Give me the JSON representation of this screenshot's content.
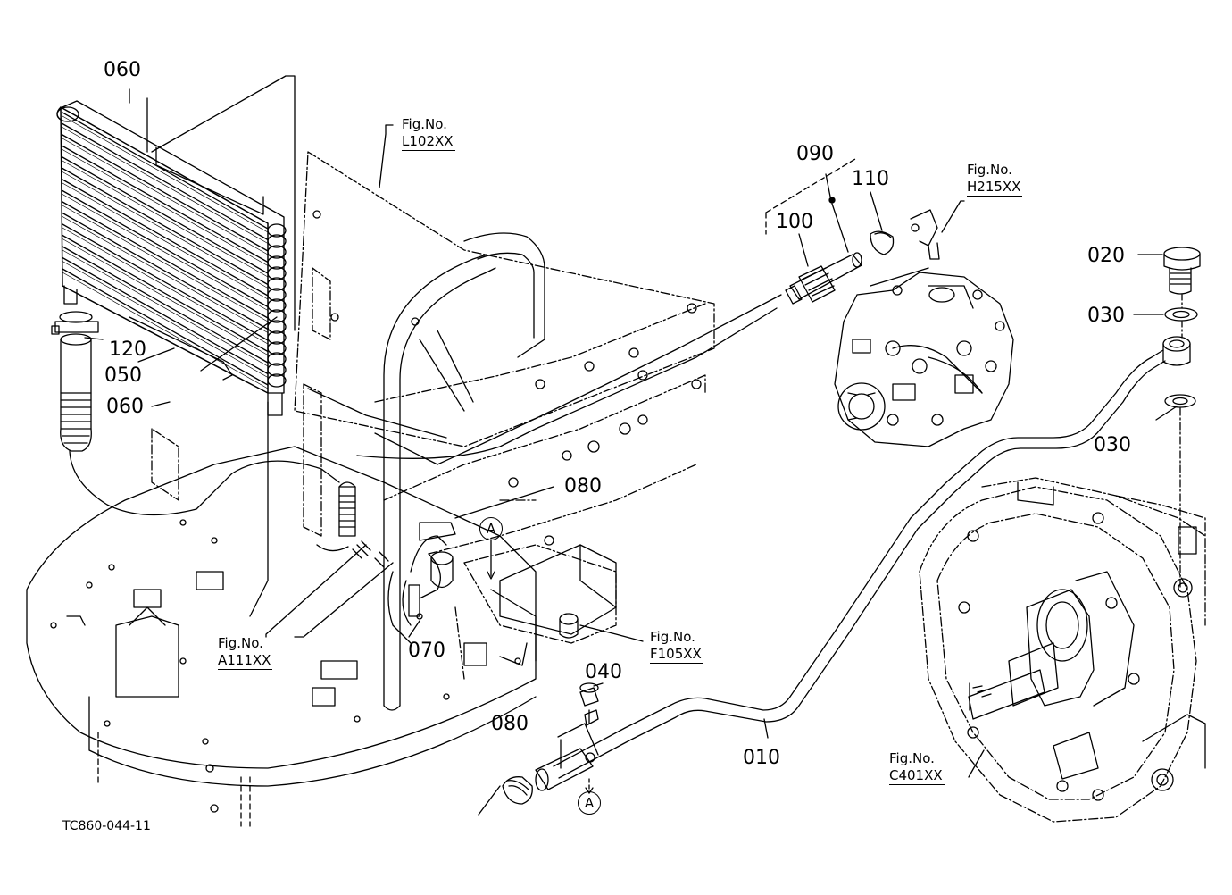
{
  "drawing_code": "TC860-044-11",
  "part_numbers": {
    "p010": "010",
    "p020": "020",
    "p030a": "030",
    "p030b": "030",
    "p040": "040",
    "p050": "050",
    "p060a": "060",
    "p060b": "060",
    "p070": "070",
    "p080a": "080",
    "p080b": "080",
    "p090": "090",
    "p100": "100",
    "p110": "110",
    "p120": "120"
  },
  "fig_refs": {
    "L102": {
      "caption": "Fig.No.",
      "ref": "L102XX"
    },
    "H215": {
      "caption": "Fig.No.",
      "ref": "H215XX"
    },
    "A111": {
      "caption": "Fig.No.",
      "ref": "A111XX"
    },
    "F105": {
      "caption": "Fig.No.",
      "ref": "F105XX"
    },
    "C401": {
      "caption": "Fig.No.",
      "ref": "C401XX"
    }
  },
  "section_marks": {
    "top": "A",
    "bottom": "A"
  }
}
